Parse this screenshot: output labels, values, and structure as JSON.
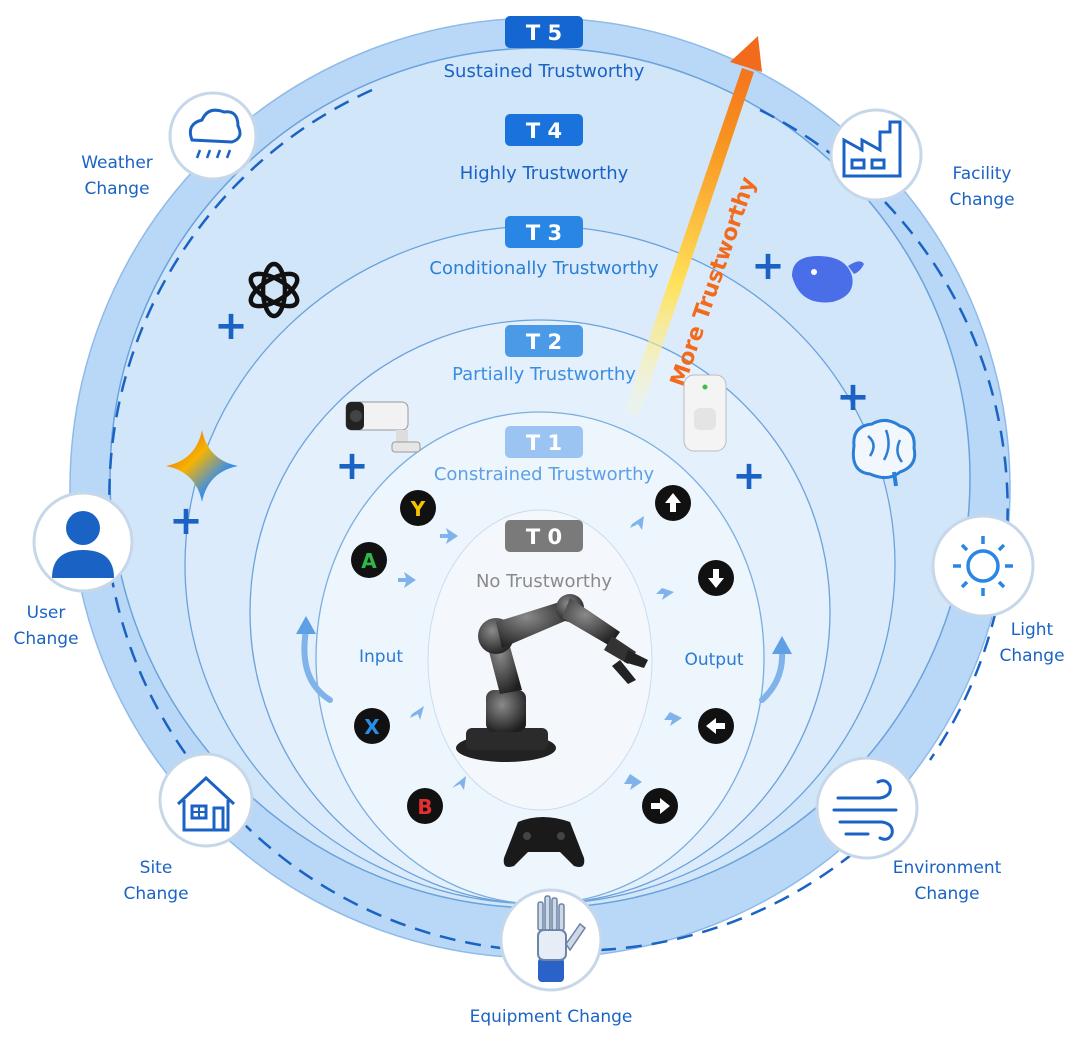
{
  "tiers": [
    {
      "badge": "T 0",
      "name": "No Trustworthy",
      "color": "#7a7a7a",
      "text_color": "#8a8a8a"
    },
    {
      "badge": "T 1",
      "name": "Constrained Trustworthy",
      "color": "#9cc4f2",
      "text_color": "#5e9fe6"
    },
    {
      "badge": "T 2",
      "name": "Partially Trustworthy",
      "color": "#4a9ae8",
      "text_color": "#3b8ee0"
    },
    {
      "badge": "T 3",
      "name": "Conditionally Trustworthy",
      "color": "#2a86e4",
      "text_color": "#2a7fd6"
    },
    {
      "badge": "T 4",
      "name": "Highly Trustworthy",
      "color": "#1a73dc",
      "text_color": "#1a63c4"
    },
    {
      "badge": "T 5",
      "name": "Sustained Trustworthy",
      "color": "#1467d0",
      "text_color": "#1a63c4"
    }
  ],
  "arrow_label": "More Trustworthy",
  "io": {
    "input": "Input",
    "output": "Output"
  },
  "controller_buttons": {
    "y": "Y",
    "a": "A",
    "x": "X",
    "b": "B"
  },
  "changes": [
    {
      "line1": "Weather",
      "line2": "Change",
      "icon": "cloud-rain-icon"
    },
    {
      "line1": "Facility",
      "line2": "Change",
      "icon": "factory-icon"
    },
    {
      "line1": "User",
      "line2": "Change",
      "icon": "user-icon"
    },
    {
      "line1": "Light",
      "line2": "Change",
      "icon": "sun-icon"
    },
    {
      "line1": "Site",
      "line2": "Change",
      "icon": "house-icon"
    },
    {
      "line1": "Environment",
      "line2": "Change",
      "icon": "wind-icon"
    },
    {
      "line1": "Equipment Change",
      "line2": "",
      "icon": "robot-hand-icon"
    }
  ],
  "plus_sign": "+",
  "colors": {
    "ring_outer": "#b9d8f7",
    "ring_line": "#6aa2dc",
    "dash": "#1a63c4",
    "label": "#1a63c4",
    "arrow_top": "#f26b1d",
    "arrow_bottom": "#fff2a0",
    "y_button": "#f5c400",
    "a_button": "#2fb84a",
    "x_button": "#2a8ee8",
    "b_button": "#e23030"
  }
}
